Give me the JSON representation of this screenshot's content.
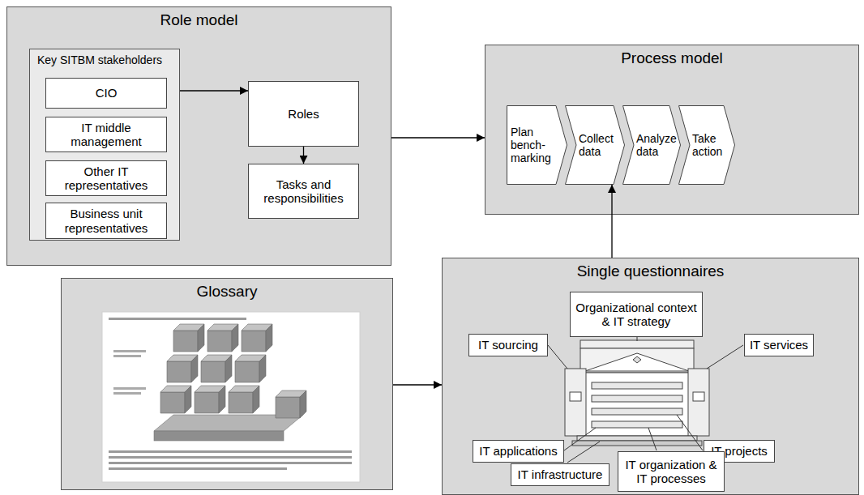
{
  "diagram": {
    "nodes": [
      {
        "text": [
          "Role model"
        ]
      },
      {
        "text": [
          "Key SITBM stakeholders"
        ],
        "in": 0
      },
      {
        "text": [
          "CIO"
        ],
        "in": 1
      },
      {
        "text": [
          "IT middle management"
        ],
        "in": 1
      },
      {
        "text": [
          "Other IT representatives"
        ],
        "in": 1
      },
      {
        "text": [
          "Business unit representatives"
        ],
        "in": 1
      },
      {
        "text": [
          "Roles"
        ],
        "in": 0
      },
      {
        "text": [
          "Tasks and responsibilities"
        ],
        "in": 0
      },
      {
        "text": [
          "Process model"
        ]
      },
      {
        "text": [
          "Plan bench-marking"
        ],
        "in": 8
      },
      {
        "text": [
          "Collect data"
        ],
        "in": 8
      },
      {
        "text": [
          "Analyze data"
        ],
        "in": 8
      },
      {
        "text": [
          "Take action"
        ],
        "in": 8
      },
      {
        "text": [
          "Glossary"
        ]
      },
      {
        "text": [
          "Single questionnaires"
        ]
      },
      {
        "text": [
          "Organizational context & IT strategy"
        ],
        "in": 14
      },
      {
        "text": [
          "IT sourcing"
        ],
        "in": 14
      },
      {
        "text": [
          "IT services"
        ],
        "in": 14
      },
      {
        "text": [
          "IT applications"
        ],
        "in": 14
      },
      {
        "text": [
          "IT projects"
        ],
        "in": 14
      },
      {
        "text": [
          "IT infrastructure"
        ],
        "in": 14
      },
      {
        "text": [
          "IT organization & IT processes"
        ],
        "in": 14
      }
    ],
    "edges": [
      {
        "from": 1,
        "to": 6,
        "arrow": "to"
      },
      {
        "from": 6,
        "to": 7,
        "arrow": "to"
      },
      {
        "from": 0,
        "to": 8,
        "arrow": "to"
      },
      {
        "from": 13,
        "to": 14,
        "arrow": "to"
      },
      {
        "from": 14,
        "to": 10,
        "arrow": "to"
      }
    ]
  }
}
